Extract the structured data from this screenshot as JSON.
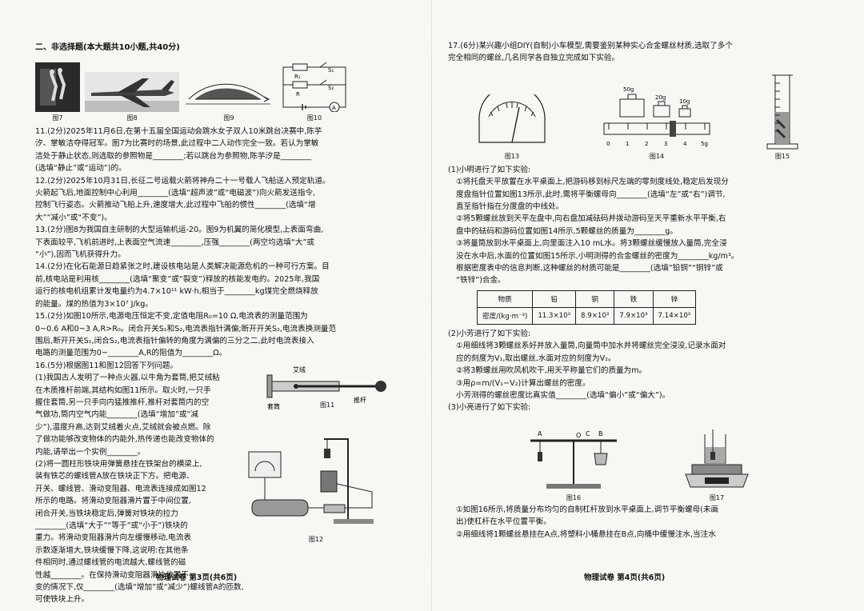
{
  "left": {
    "section_heading": "二、非选择题(本大题共10小题,共40分)",
    "fig_captions": [
      "图7",
      "图8",
      "图9",
      "图10"
    ],
    "fig10_labels": [
      "R₁",
      "S₁",
      "R",
      "S₂",
      "A"
    ],
    "q11": "11.(2分)2025年11月6日,在第十五届全国运动会跳水女子双人10米跳台决赛中,陈芋\n汐、掌敏洁夺得冠军。图7为比赛时的场景,此过程中二人动作完全一致。若认为掌敏\n洁处于静止状态,则选取的参照物是________;若以跳台为参照物,陈芋汐是________\n(选填“静止”或“运动”)的。",
    "q12": "12.(2分)2025年10月31日,长征二号运载火箭将神舟二十一号载人飞船送入预定轨道。\n火箭起飞后,地面控制中心利用________(选填“超声波”或“电磁波”)向火箭发送指令,\n控制飞行姿态。火箭推动飞船上升,速度增大,此过程中飞船的惯性________(选填“增\n大”“减小”或“不变”)。",
    "q13": "13.(2分)图8为我国自主研制的大型运输机运-20。图9为机翼的简化模型,上表面弯曲,\n下表面较平,飞机前进时,上表面空气流速________,压强________(两空均选填“大”或\n“小”),因而飞机获得升力。",
    "q14": "14.(2分)在化石能源日趋紧张之时,建设核电站是人类解决能源危机的一种可行方案。目\n前,核电站是利用核________(选填“聚变”或“裂变”)释放的核能发电的。2025年,我国\n运行的核电机组累计发电量约为4.7×10¹¹ kW·h,相当于________kg煤完全燃烧释放\n的能量。煤的热值为3×10⁷ J/kg。",
    "q15": "15.(2分)如图10所示,电源电压恒定不变,定值电阻R₀=10 Ω,电流表的测量范围为\n0~0.6 A和0~3 A,R>R₀。闭合开关S₁和S₂,电流表指针满偏;断开开关S₂,电流表换测量范\n围后,断开开关S₁,闭合S₂,电流表指针偏转的角度为满偏的三分之二,此时电流表接入\n电路的测量范围为0~________A,R的阻值为________Ω。",
    "q16_title": "16.(5分)根据图11和图12回答下列问题。",
    "q16_1": "(1)我国古人发明了一种点火器,以牛角为套筒,把艾绒粘\n在木质推杆前端,其结构如图11所示。取火时,一只手\n握住套筒,另一只手向内猛推推杆,推杆对套筒内的空\n气做功,筒内空气内能________(选填“增加”或“减\n少”),温度升高,达到艾绒着火点,艾绒就会被点燃。除\n了做功能够改变物体的内能外,热传递也能改变物体的\n内能,请举出一个实例________。",
    "q16_2": "(2)将一圆柱形铁块用弹簧悬挂在铁架台的横梁上,\n装有铁芯的螺线管A放在铁块正下方。把电源、\n开关、螺线管、滑动变阻器、电流表连接成如图12\n所示的电路。将滑动变阻器滑片置于中间位置,\n闭合开关,当铁块稳定后,弹簧对铁块的拉力\n________(选填“大于”“等于”或“小于”)铁块的\n重力。将滑动变阻器滑片向左缓慢移动,电流表\n示数逐渐增大,铁块缓慢下降,这说明:在其他条\n件相同时,通过螺线管的电流越大,螺线管的磁\n性越________。在保持滑动变阻器滑片位置不\n变的情况下,仅________(选填“增加”或“减少”)螺线管A的匝数,可使铁块上升。",
    "fig11_labels": [
      "艾绒",
      "套筒",
      "推杆",
      "图11"
    ],
    "fig12_caption": "图12",
    "footer": "物理试卷   第3页(共6页)"
  },
  "right": {
    "q17_intro": "17.(6分)某兴趣小组DIY(自制)小车模型,需要鉴别某种实心合金螺丝材质,选取了多个\n完全相同的螺丝,几名同学各自独立完成如下实验。",
    "fig_captions": [
      "图13",
      "图14",
      "图15"
    ],
    "weights": [
      "50g",
      "20g",
      "10g"
    ],
    "scale_ticks": [
      "0",
      "1",
      "2",
      "3",
      "4",
      "5g"
    ],
    "part1_title": "(1)小明进行了如下实验:",
    "part1_text": "①将托盘天平放置在水平桌面上,把游码移到标尺左端的零刻度线处,稳定后发现分\n度盘指针位置如图13所示,此时,需将平衡螺母向________(选填“左”或“右”)调节,\n直至指针指在分度盘的中线处。\n②将5颗螺丝放到天平左盘中,向右盘加减砝码并拨动游码至天平重新水平平衡,右\n盘中的砝码和游码位置如图14所示,5颗螺丝的质量为________g。\n③将量筒放到水平桌面上,向里面注入10 mL水。将3颗螺丝缓慢放入量筒,完全浸\n没在水中后,水面的位置如图15所示,小明测得的合金螺丝的密度为________kg/m³。\n根据密度表中的信息判断,这种螺丝的材质可能是________(选填“铅铜”“铜锌”或\n“铁锌”)合金。",
    "table_header": [
      "物质",
      "铅",
      "铜",
      "铁",
      "锌"
    ],
    "table_row": [
      "密度/(kg·m⁻³)",
      "11.3×10³",
      "8.9×10³",
      "7.9×10³",
      "7.14×10³"
    ],
    "part2_title": "(2)小芳进行了如下实验:",
    "part2_text": "①用细线将3颗螺丝系好并放入量筒,向量筒中加水并将螺丝完全浸没,记录水面对\n应的刻度为V₁,取出螺丝,水面对应的刻度为V₂。\n②将3颗螺丝用吹风机吹干,用天平称量它们的质量为m。\n③用ρ=m/(V₁−V₂)计算出螺丝的密度。\n小芳测得的螺丝密度比真实值________(选填“偏小”或“偏大”)。",
    "part3_title": "(3)小亮进行了如下实验:",
    "fig16_labels": [
      "A",
      "B",
      "O",
      "C",
      "图16"
    ],
    "fig17_caption": "图17",
    "part3_text": "①如图16所示,将质量分布均匀的自制杠杆放到水平桌面上,调节平衡螺母(未画\n出)使杠杆在水平位置平衡。\n②用细线将1颗螺丝悬挂在A点,将塑料小桶悬挂在B点,向桶中缓慢注水,当注水",
    "footer": "物理试卷   第4页(共6页)"
  }
}
